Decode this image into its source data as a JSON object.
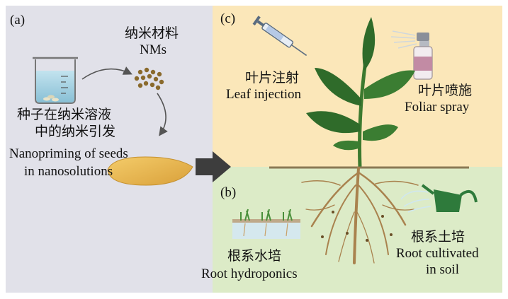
{
  "panels": {
    "a": {
      "letter": "(a)",
      "nm_label_cn": "纳米材料",
      "nm_label_en": "NMs",
      "seed_label_cn_1": "种子在纳米溶液",
      "seed_label_cn_2": "中的纳米引发",
      "seed_label_en_1": "Nanopriming of seeds",
      "seed_label_en_2": "in nanosolutions"
    },
    "b": {
      "letter": "(b)",
      "hydroponics_cn": "根系水培",
      "hydroponics_en": "Root hydroponics",
      "soil_cn": "根系土培",
      "soil_en_1": "Root cultivated",
      "soil_en_2": "in soil"
    },
    "c": {
      "letter": "(c)",
      "injection_cn": "叶片注射",
      "injection_en": "Leaf injection",
      "spray_cn": "叶片喷施",
      "spray_en": "Foliar spray"
    }
  },
  "colors": {
    "panel_a_bg": "#e1e1e9",
    "panel_c_bg": "#fbe7b9",
    "panel_b_bg": "#dcebc7",
    "leaf_green": "#2f6b2a",
    "root_brown": "#a9824e",
    "seed_yellow": "#e8b54a",
    "arrow_gray": "#3d3d3d"
  },
  "icons": [
    "beaker-icon",
    "nanoparticle-cluster-icon",
    "seed-icon",
    "syringe-icon",
    "spray-bottle-icon",
    "watering-can-icon",
    "hydroponic-tray-icon",
    "plant-icon"
  ]
}
